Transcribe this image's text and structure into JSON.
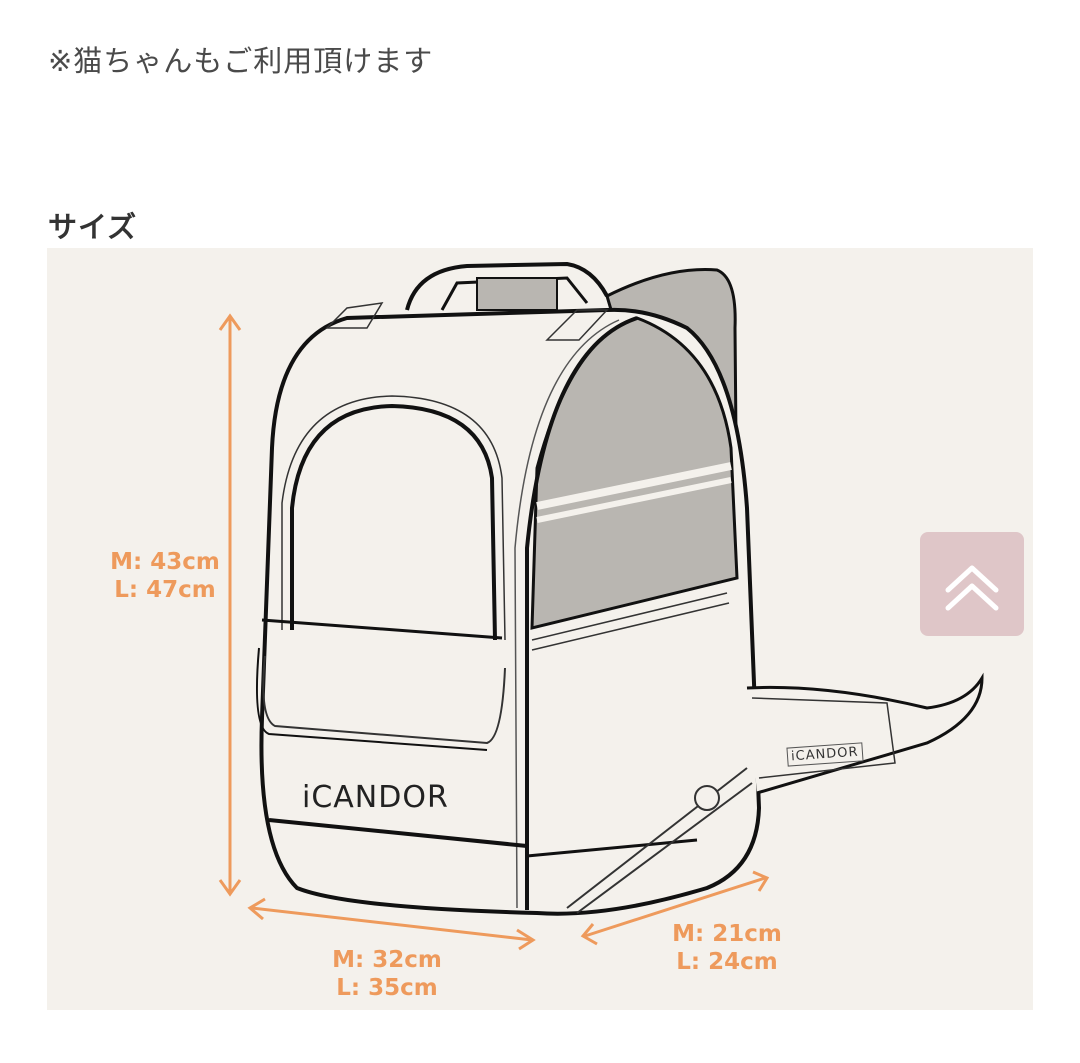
{
  "note": "※猫ちゃんもご利用頂けます",
  "section": {
    "heading": "サイズ"
  },
  "figure": {
    "background": "#f4f1ec",
    "accent_color": "#ee9a5c",
    "brand_logo": "iCANDOR",
    "brand_logo_small": "iCANDOR",
    "dimensions": {
      "height": {
        "m": "M: 43cm",
        "l": "L: 47cm"
      },
      "width": {
        "m": "M: 32cm",
        "l": "L: 35cm"
      },
      "depth": {
        "m": "M: 21cm",
        "l": "L: 24cm"
      }
    }
  },
  "scroll_to_top": {
    "icon": "double-chevron-up-icon",
    "color": "#dfc6c8"
  }
}
